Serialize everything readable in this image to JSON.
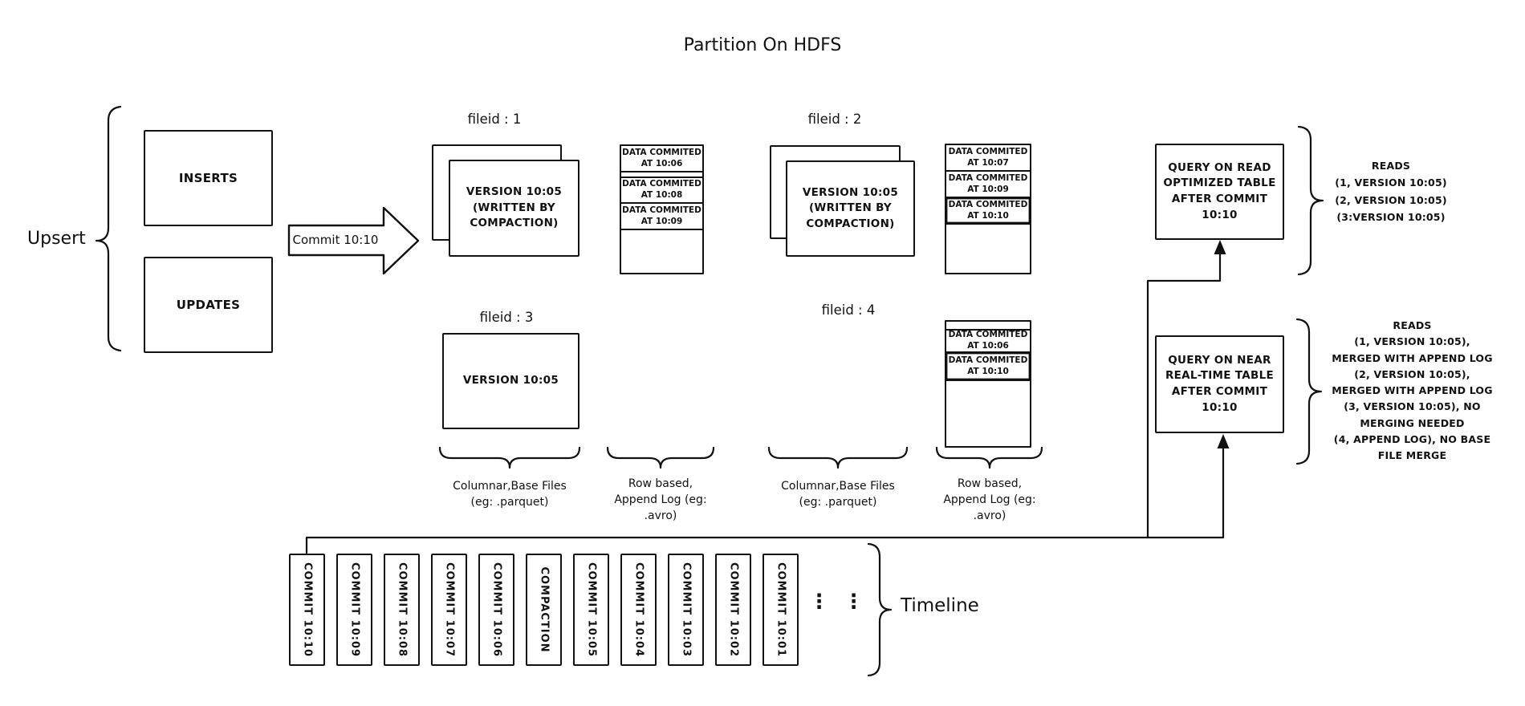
{
  "title": "Partition On HDFS",
  "colors": {
    "ink": "#111111",
    "background": "#ffffff"
  },
  "upsert": {
    "label": "Upsert",
    "inserts": "INSERTS",
    "updates": "UPDATES"
  },
  "commit_arrow": {
    "label": "Commit 10:10"
  },
  "file_groups": {
    "group1": {
      "label": "fileid : 1",
      "base": "VERSION 10:05\n(WRITTEN BY\nCOMPACTION)"
    },
    "group2": {
      "label": "fileid : 2",
      "base": "VERSION 10:05\n(WRITTEN BY\nCOMPACTION)"
    },
    "group3": {
      "label": "fileid : 3",
      "base": "VERSION 10:05"
    },
    "group4": {
      "label": "fileid : 4"
    }
  },
  "logs": {
    "log1": {
      "rows": [
        "DATA COMMITED\nAT 10:06",
        "DATA COMMITED\nAT 10:08",
        "DATA COMMITED\nAT 10:09"
      ]
    },
    "log2": {
      "rows": [
        "DATA COMMITED\nAT 10:07",
        "DATA COMMITED\nAT 10:09",
        "DATA COMMITED\nAT 10:10"
      ]
    },
    "log4": {
      "rows": [
        "DATA COMMITED\nAT 10:06",
        "DATA COMMITED\nAT 10:10"
      ]
    }
  },
  "footer": {
    "columnar1": "Columnar,Base Files\n(eg: .parquet)",
    "rowbased1": "Row based,\nAppend Log (eg:\n.avro)",
    "columnar2": "Columnar,Base Files\n(eg: .parquet)",
    "rowbased2": "Row based,\nAppend Log (eg:\n.avro)"
  },
  "queries": {
    "read_optimized": {
      "box": "QUERY ON READ\nOPTIMIZED TABLE\nAFTER COMMIT\n10:10",
      "reads": "READS\n(1, VERSION 10:05)\n(2, VERSION 10:05)\n(3:VERSION 10:05)"
    },
    "near_real_time": {
      "box": "QUERY ON NEAR\nREAL-TIME TABLE\nAFTER COMMIT\n10:10",
      "reads": "READS\n(1, VERSION 10:05),\nMERGED WITH APPEND LOG\n(2, VERSION 10:05),\nMERGED WITH APPEND LOG\n(3, VERSION 10:05), NO\nMERGING NEEDED\n(4, APPEND LOG), NO BASE\nFILE MERGE"
    }
  },
  "timeline": {
    "label": "Timeline",
    "ellipsis1": "⋮",
    "ellipsis2": "⋮",
    "commits": [
      "COMMIT 10:10",
      "COMMIT 10:09",
      "COMMIT 10:08",
      "COMMIT 10:07",
      "COMMIT 10:06",
      "COMPACTION",
      "COMMIT 10:05",
      "COMMIT 10:04",
      "COMMIT 10:03",
      "COMMIT 10:02",
      "COMMIT 10:01"
    ]
  }
}
